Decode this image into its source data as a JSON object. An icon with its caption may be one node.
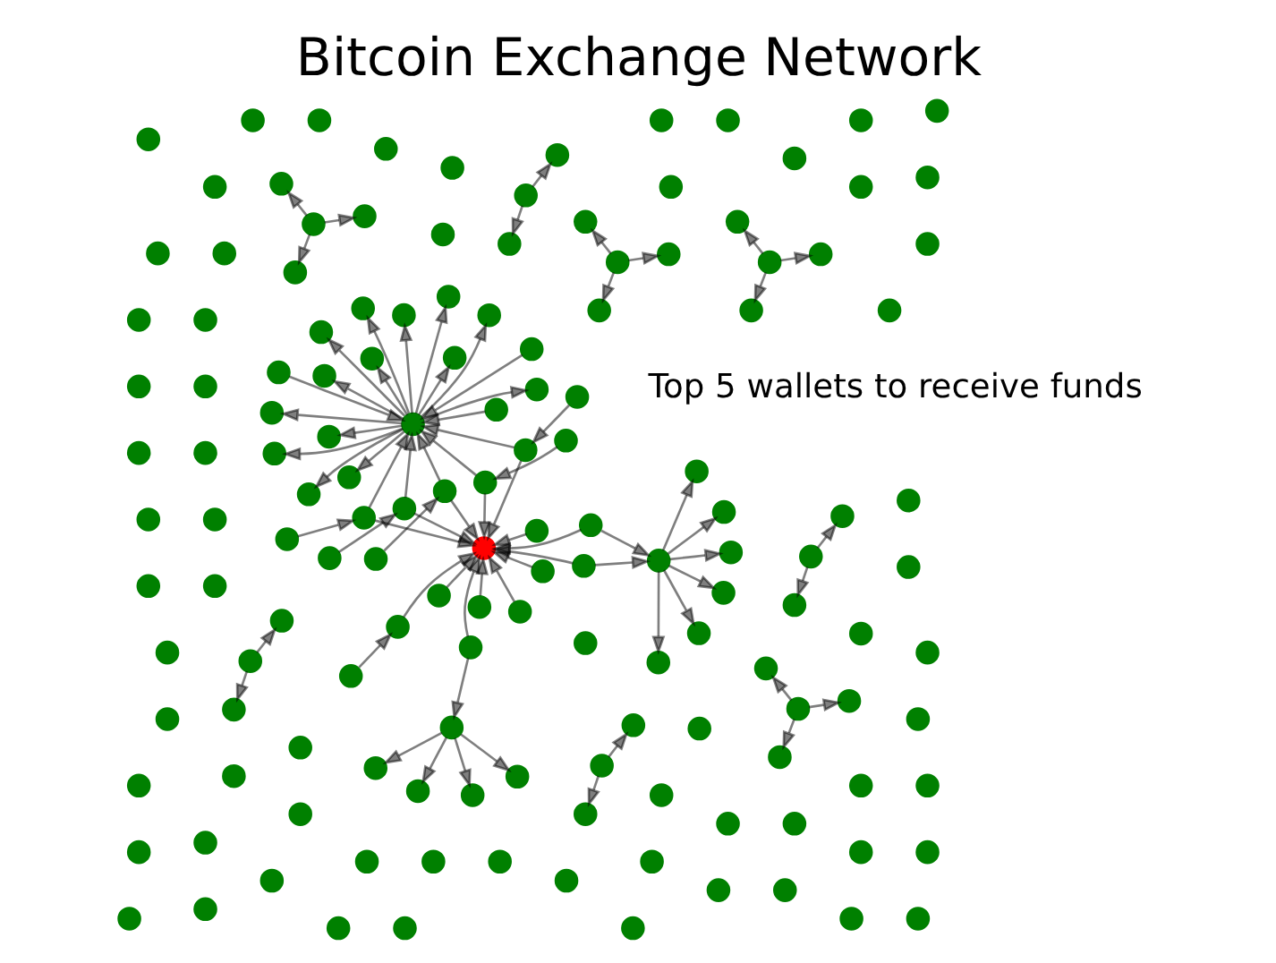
{
  "diagram": {
    "title": "Bitcoin Exchange Network",
    "labels": [
      "Top 5 wallets to receive funds"
    ],
    "nodes": [
      {
        "text": [],
        "shape": "circle"
      },
      {
        "text": [],
        "shape": "circle"
      },
      {
        "text": [],
        "shape": "circle"
      },
      {
        "text": [],
        "shape": "circle"
      },
      {
        "text": [],
        "shape": "circle"
      },
      {
        "text": [],
        "shape": "circle"
      },
      {
        "text": [],
        "shape": "circle"
      },
      {
        "text": [],
        "shape": "circle"
      },
      {
        "text": [],
        "shape": "circle"
      },
      {
        "text": [],
        "shape": "circle"
      },
      {
        "text": [],
        "shape": "circle"
      },
      {
        "text": [],
        "shape": "circle"
      },
      {
        "text": [],
        "shape": "circle"
      },
      {
        "text": [],
        "shape": "circle"
      },
      {
        "text": [],
        "shape": "circle"
      },
      {
        "text": [],
        "shape": "circle"
      },
      {
        "text": [],
        "shape": "circle"
      },
      {
        "text": [],
        "shape": "circle"
      },
      {
        "text": [],
        "shape": "circle"
      },
      {
        "text": [],
        "shape": "circle"
      },
      {
        "text": [],
        "shape": "circle"
      },
      {
        "text": [],
        "shape": "circle"
      },
      {
        "text": [],
        "shape": "circle"
      },
      {
        "text": [],
        "shape": "circle"
      },
      {
        "text": [],
        "shape": "circle"
      },
      {
        "text": [],
        "shape": "circle"
      },
      {
        "text": [],
        "shape": "circle"
      },
      {
        "text": [],
        "shape": "circle"
      },
      {
        "text": [],
        "shape": "circle"
      },
      {
        "text": [],
        "shape": "circle"
      },
      {
        "text": [],
        "shape": "circle"
      },
      {
        "text": [],
        "shape": "circle"
      },
      {
        "text": [],
        "shape": "circle"
      },
      {
        "text": [],
        "shape": "circle"
      },
      {
        "text": [],
        "shape": "circle"
      },
      {
        "text": [],
        "shape": "circle"
      },
      {
        "text": [],
        "shape": "circle"
      },
      {
        "text": [],
        "shape": "circle"
      },
      {
        "text": [],
        "shape": "circle"
      },
      {
        "text": [],
        "shape": "circle"
      },
      {
        "text": [],
        "shape": "circle"
      },
      {
        "text": [],
        "shape": "circle"
      },
      {
        "text": [],
        "shape": "circle"
      },
      {
        "text": [],
        "shape": "circle"
      },
      {
        "text": [],
        "shape": "circle"
      },
      {
        "text": [],
        "shape": "circle"
      },
      {
        "text": [],
        "shape": "circle"
      },
      {
        "text": [],
        "shape": "circle"
      },
      {
        "text": [],
        "shape": "circle"
      },
      {
        "text": [],
        "shape": "circle"
      },
      {
        "text": [],
        "shape": "circle"
      },
      {
        "text": [],
        "shape": "circle"
      },
      {
        "text": [],
        "shape": "circle"
      },
      {
        "text": [],
        "shape": "circle"
      },
      {
        "text": [],
        "shape": "circle"
      },
      {
        "text": [],
        "shape": "circle"
      },
      {
        "text": [],
        "shape": "circle"
      },
      {
        "text": [],
        "shape": "circle"
      },
      {
        "text": [],
        "shape": "circle"
      },
      {
        "text": [],
        "shape": "circle"
      },
      {
        "text": [],
        "shape": "circle"
      },
      {
        "text": [],
        "shape": "circle"
      },
      {
        "text": [],
        "shape": "circle"
      },
      {
        "text": [],
        "shape": "circle"
      },
      {
        "text": [],
        "shape": "circle"
      },
      {
        "text": [],
        "shape": "circle"
      },
      {
        "text": [],
        "shape": "circle"
      },
      {
        "text": [],
        "shape": "circle"
      },
      {
        "text": [],
        "shape": "circle"
      },
      {
        "text": [],
        "shape": "circle"
      },
      {
        "text": [],
        "shape": "circle"
      },
      {
        "text": [],
        "shape": "circle"
      },
      {
        "text": [],
        "shape": "circle"
      },
      {
        "text": [],
        "shape": "circle"
      },
      {
        "text": [],
        "shape": "circle"
      },
      {
        "text": [],
        "shape": "circle"
      },
      {
        "text": [],
        "shape": "circle"
      },
      {
        "text": [],
        "shape": "circle"
      },
      {
        "text": [],
        "shape": "circle"
      },
      {
        "text": [],
        "shape": "circle"
      },
      {
        "text": [],
        "shape": "circle"
      },
      {
        "text": [],
        "shape": "circle"
      },
      {
        "text": [],
        "shape": "circle"
      },
      {
        "text": [],
        "shape": "circle"
      },
      {
        "text": [],
        "shape": "circle"
      },
      {
        "text": [],
        "shape": "circle"
      },
      {
        "text": [],
        "shape": "circle"
      },
      {
        "text": [],
        "shape": "circle"
      },
      {
        "text": [],
        "shape": "circle"
      },
      {
        "text": [],
        "shape": "circle"
      },
      {
        "text": [],
        "shape": "circle"
      },
      {
        "text": [],
        "shape": "circle"
      },
      {
        "text": [],
        "shape": "circle"
      },
      {
        "text": [],
        "shape": "circle"
      },
      {
        "text": [],
        "shape": "circle"
      },
      {
        "text": [],
        "shape": "circle"
      },
      {
        "text": [],
        "shape": "circle"
      },
      {
        "text": [],
        "shape": "circle"
      },
      {
        "text": [],
        "shape": "circle"
      },
      {
        "text": [],
        "shape": "circle"
      },
      {
        "text": [],
        "shape": "circle"
      },
      {
        "text": [],
        "shape": "circle"
      },
      {
        "text": [],
        "shape": "circle"
      },
      {
        "text": [],
        "shape": "circle"
      },
      {
        "text": [],
        "shape": "circle"
      },
      {
        "text": [],
        "shape": "circle"
      },
      {
        "text": [],
        "shape": "circle"
      },
      {
        "text": [],
        "shape": "circle"
      },
      {
        "text": [],
        "shape": "circle"
      },
      {
        "text": [],
        "shape": "circle"
      },
      {
        "text": [],
        "shape": "circle"
      },
      {
        "text": [],
        "shape": "circle"
      },
      {
        "text": [],
        "shape": "circle"
      },
      {
        "text": [],
        "shape": "circle"
      },
      {
        "text": [],
        "shape": "circle"
      },
      {
        "text": [],
        "shape": "circle"
      },
      {
        "text": [],
        "shape": "circle"
      },
      {
        "text": [],
        "shape": "circle"
      },
      {
        "text": [],
        "shape": "circle"
      },
      {
        "text": [],
        "shape": "circle"
      },
      {
        "text": [],
        "shape": "circle"
      },
      {
        "text": [],
        "shape": "circle"
      },
      {
        "text": [],
        "shape": "circle"
      },
      {
        "text": [],
        "shape": "circle"
      },
      {
        "text": [],
        "shape": "circle"
      },
      {
        "text": [],
        "shape": "circle"
      },
      {
        "text": [],
        "shape": "circle"
      },
      {
        "text": [],
        "shape": "circle"
      },
      {
        "text": [],
        "shape": "circle"
      },
      {
        "text": [],
        "shape": "circle"
      },
      {
        "text": [],
        "shape": "circle"
      },
      {
        "text": [],
        "shape": "circle"
      },
      {
        "text": [],
        "shape": "circle"
      },
      {
        "text": [],
        "shape": "circle"
      },
      {
        "text": [],
        "shape": "circle"
      },
      {
        "text": [],
        "shape": "circle"
      },
      {
        "text": [],
        "shape": "circle"
      },
      {
        "text": [],
        "shape": "circle"
      },
      {
        "text": [],
        "shape": "circle"
      },
      {
        "text": [],
        "shape": "circle"
      },
      {
        "text": [],
        "shape": "circle"
      },
      {
        "text": [],
        "shape": "circle"
      },
      {
        "text": [],
        "shape": "circle"
      },
      {
        "text": [],
        "shape": "circle"
      },
      {
        "text": [],
        "shape": "circle"
      }
    ],
    "edges": [
      {
        "from": 1,
        "to": 0,
        "arrow": "to"
      },
      {
        "from": 2,
        "to": 0,
        "arrow": "to"
      },
      {
        "from": 3,
        "to": 0,
        "arrow": "to"
      },
      {
        "from": 4,
        "to": 0,
        "arrow": "to"
      },
      {
        "from": 5,
        "to": 0,
        "arrow": "to"
      },
      {
        "from": 6,
        "to": 0,
        "arrow": "to"
      },
      {
        "from": 7,
        "to": 0,
        "arrow": "to"
      },
      {
        "from": 8,
        "to": 0,
        "arrow": "to"
      },
      {
        "from": 9,
        "to": 0,
        "arrow": "to"
      },
      {
        "from": 10,
        "to": 0,
        "arrow": "to"
      },
      {
        "from": 11,
        "to": 0,
        "arrow": "to"
      },
      {
        "from": 12,
        "to": 0,
        "arrow": "to"
      },
      {
        "from": 2,
        "to": 13,
        "arrow": "to"
      },
      {
        "from": 3,
        "to": 13,
        "arrow": "to"
      },
      {
        "from": 4,
        "to": 13,
        "arrow": "to"
      },
      {
        "from": 5,
        "to": 13,
        "arrow": "to"
      },
      {
        "from": 6,
        "to": 13,
        "arrow": "to"
      },
      {
        "from": 7,
        "to": 14,
        "arrow": "to"
      },
      {
        "from": 8,
        "to": 14,
        "arrow": "to"
      },
      {
        "from": 9,
        "to": 15,
        "arrow": "to"
      },
      {
        "from": 13,
        "to": 36,
        "arrow": "to"
      },
      {
        "from": 13,
        "to": 40,
        "arrow": "to"
      },
      {
        "from": 13,
        "to": 45,
        "arrow": "to"
      },
      {
        "from": 13,
        "to": 50,
        "arrow": "to"
      },
      {
        "from": 13,
        "to": 55,
        "arrow": "to"
      },
      {
        "from": 13,
        "to": 60,
        "arrow": "to"
      },
      {
        "from": 13,
        "to": 65,
        "arrow": "to"
      },
      {
        "from": 13,
        "to": 70,
        "arrow": "to"
      },
      {
        "from": 13,
        "to": 75,
        "arrow": "to"
      },
      {
        "from": 13,
        "to": 80,
        "arrow": "to"
      },
      {
        "from": 13,
        "to": 85,
        "arrow": "to"
      },
      {
        "from": 13,
        "to": 90,
        "arrow": "to"
      },
      {
        "from": 13,
        "to": 95,
        "arrow": "to"
      },
      {
        "from": 13,
        "to": 100,
        "arrow": "to"
      },
      {
        "from": 14,
        "to": 105,
        "arrow": "to"
      },
      {
        "from": 14,
        "to": 110,
        "arrow": "to"
      },
      {
        "from": 14,
        "to": 115,
        "arrow": "to"
      },
      {
        "from": 14,
        "to": 120,
        "arrow": "to"
      },
      {
        "from": 14,
        "to": 125,
        "arrow": "to"
      },
      {
        "from": 14,
        "to": 130,
        "arrow": "to"
      },
      {
        "from": 15,
        "to": 135,
        "arrow": "to"
      },
      {
        "from": 15,
        "to": 140,
        "arrow": "to"
      },
      {
        "from": 15,
        "to": 144,
        "arrow": "to"
      },
      {
        "from": 15,
        "to": 38,
        "arrow": "to"
      },
      {
        "from": 16,
        "to": 42,
        "arrow": "to"
      },
      {
        "from": 16,
        "to": 47,
        "arrow": "to"
      },
      {
        "from": 16,
        "to": 52,
        "arrow": "to"
      },
      {
        "from": 17,
        "to": 57,
        "arrow": "to"
      },
      {
        "from": 17,
        "to": 62,
        "arrow": "to"
      },
      {
        "from": 18,
        "to": 67,
        "arrow": "to"
      },
      {
        "from": 18,
        "to": 72,
        "arrow": "to"
      },
      {
        "from": 18,
        "to": 77,
        "arrow": "to"
      },
      {
        "from": 19,
        "to": 82,
        "arrow": "to"
      },
      {
        "from": 19,
        "to": 87,
        "arrow": "to"
      },
      {
        "from": 20,
        "to": 92,
        "arrow": "to"
      },
      {
        "from": 20,
        "to": 97,
        "arrow": "to"
      },
      {
        "from": 20,
        "to": 102,
        "arrow": "to"
      },
      {
        "from": 21,
        "to": 107,
        "arrow": "to"
      },
      {
        "from": 21,
        "to": 112,
        "arrow": "to"
      },
      {
        "from": 22,
        "to": 117,
        "arrow": "to"
      },
      {
        "from": 22,
        "to": 122,
        "arrow": "to"
      },
      {
        "from": 23,
        "to": 127,
        "arrow": "to"
      },
      {
        "from": 23,
        "to": 132,
        "arrow": "to"
      },
      {
        "from": 23,
        "to": 137,
        "arrow": "to"
      },
      {
        "from": 24,
        "to": 13,
        "arrow": "to"
      },
      {
        "from": 25,
        "to": 13,
        "arrow": "to"
      },
      {
        "from": 26,
        "to": 1,
        "arrow": "to"
      },
      {
        "from": 27,
        "to": 2,
        "arrow": "to"
      },
      {
        "from": 28,
        "to": 3,
        "arrow": "to"
      },
      {
        "from": 29,
        "to": 4,
        "arrow": "to"
      },
      {
        "from": 30,
        "to": 5,
        "arrow": "to"
      },
      {
        "from": 31,
        "to": 6,
        "arrow": "to"
      },
      {
        "from": 32,
        "to": 0,
        "arrow": "to"
      },
      {
        "from": 33,
        "to": 0,
        "arrow": "to"
      },
      {
        "from": 34,
        "to": 13,
        "arrow": "to"
      }
    ]
  }
}
